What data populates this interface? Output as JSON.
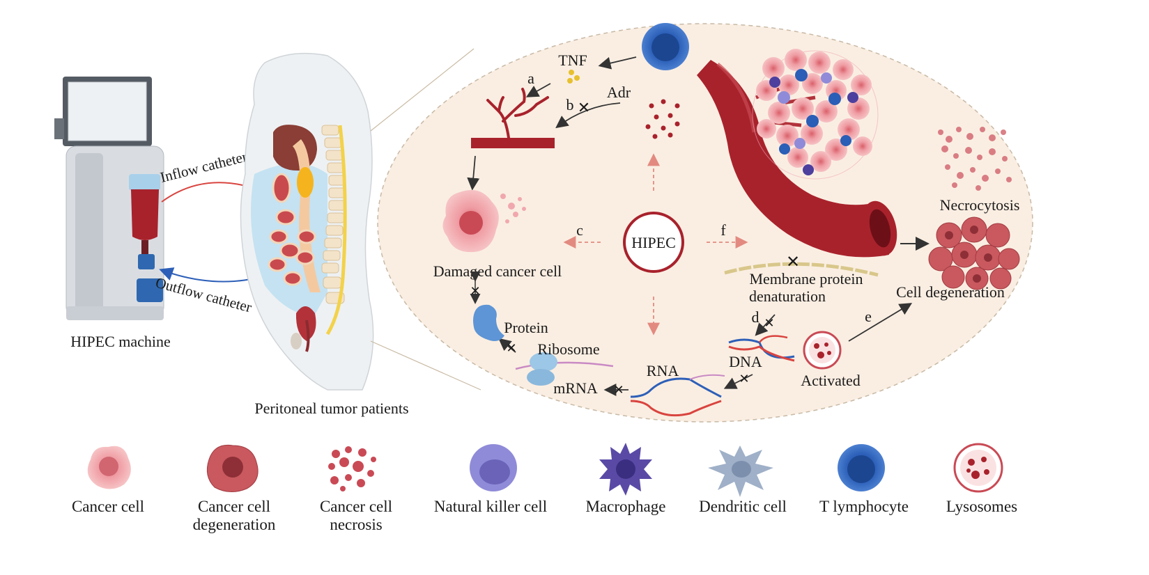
{
  "machine": {
    "label": "HIPEC machine",
    "inflow_label": "Inflow catheter",
    "outflow_label": "Outflow catheter"
  },
  "patient": {
    "label": "Peritoneal tumor patients"
  },
  "center": {
    "label": "HIPEC"
  },
  "pathways": {
    "a": "a",
    "b": "b",
    "c": "c",
    "d": "d",
    "e": "e",
    "f": "f"
  },
  "labels": {
    "tnf": "TNF",
    "adr": "Adr",
    "damaged_cancer_cell": "Damaged cancer cell",
    "protein": "Protein",
    "ribosome": "Ribosome",
    "mrna": "mRNA",
    "rna": "RNA",
    "dna": "DNA",
    "activated": "Activated",
    "membrane_protein_1": "Membrane protein",
    "membrane_protein_2": "denaturation",
    "cell_degeneration": "Cell degeneration",
    "necrocytosis": "Necrocytosis"
  },
  "legend": [
    {
      "label_lines": [
        "Cancer cell"
      ],
      "icon": "cancer-cell-icon"
    },
    {
      "label_lines": [
        "Cancer cell",
        "degeneration"
      ],
      "icon": "cancer-cell-degeneration-icon"
    },
    {
      "label_lines": [
        "Cancer cell",
        "necrosis"
      ],
      "icon": "cancer-cell-necrosis-icon"
    },
    {
      "label_lines": [
        "Natural killer cell"
      ],
      "icon": "natural-killer-cell-icon"
    },
    {
      "label_lines": [
        "Macrophage"
      ],
      "icon": "macrophage-icon"
    },
    {
      "label_lines": [
        "Dendritic cell"
      ],
      "icon": "dendritic-cell-icon"
    },
    {
      "label_lines": [
        "T lymphocyte"
      ],
      "icon": "t-lymphocyte-icon"
    },
    {
      "label_lines": [
        "Lysosomes"
      ],
      "icon": "lysosomes-icon"
    }
  ],
  "colors": {
    "vessel": "#a8222c",
    "cancer_pink": "#ee9aa0",
    "t_cell": "#2f5fb3",
    "nk_cell": "#7f7fcf",
    "macrophage": "#5a4aa6",
    "dendritic": "#9fb0c8",
    "oval_bg": "#faeee2",
    "dashed_arrow": "#e38a80"
  }
}
